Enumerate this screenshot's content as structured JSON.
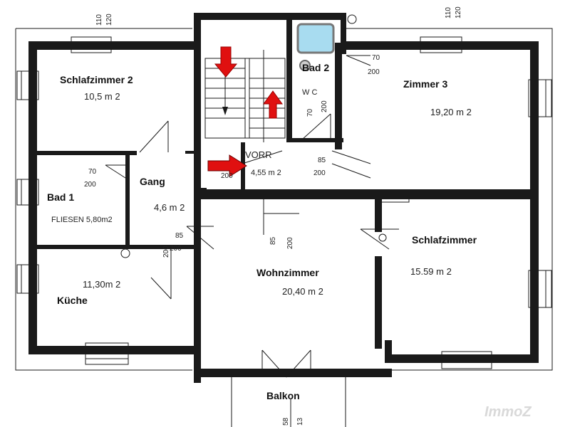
{
  "rooms": {
    "schlafzimmer2": {
      "name": "Schlafzimmer 2",
      "area": "10,5 m 2"
    },
    "bad1": {
      "name": "Bad 1",
      "area": "FLIESEN 5,80m2"
    },
    "gang": {
      "name": "Gang",
      "area": "4,6 m 2"
    },
    "kueche": {
      "name": "Küche",
      "area": "11,30m 2"
    },
    "vorraum": {
      "name": "VORR",
      "area": "4,55 m 2"
    },
    "bad2": {
      "name": "Bad 2"
    },
    "wc": {
      "name": "W C"
    },
    "zimmer3": {
      "name": "Zimmer 3",
      "area": "19,20 m 2"
    },
    "wohnzimmer": {
      "name": "Wohnzimmer",
      "area": "20,40 m 2"
    },
    "schlafzimmer": {
      "name": "Schlafzimmer",
      "area": "15.59 m 2"
    },
    "balkon": {
      "name": "Balkon"
    }
  },
  "dimensions": {
    "win_left_a": "110",
    "win_left_b": "120",
    "win_right_a": "110",
    "win_right_b": "120",
    "bad2_door_w": "70",
    "bad2_door_h": "200",
    "wc_door_w": "70",
    "wc_door_h": "200",
    "bad1_door_w": "70",
    "bad1_door_h": "200",
    "vorr_door_w": "85",
    "vorr_door_h": "200",
    "vorr_left_h": "200",
    "gang_door_w": "85",
    "gang_door_h": "200",
    "gang_side_h": "200",
    "wohn_door_w": "85",
    "wohn_door_h": "200",
    "balkon_a": "58",
    "balkon_b": "13"
  },
  "watermark": "ImmoZ",
  "colors": {
    "wall": "#1a1a1a",
    "arrow": "#e01010",
    "tub": "#a8dcf0"
  }
}
